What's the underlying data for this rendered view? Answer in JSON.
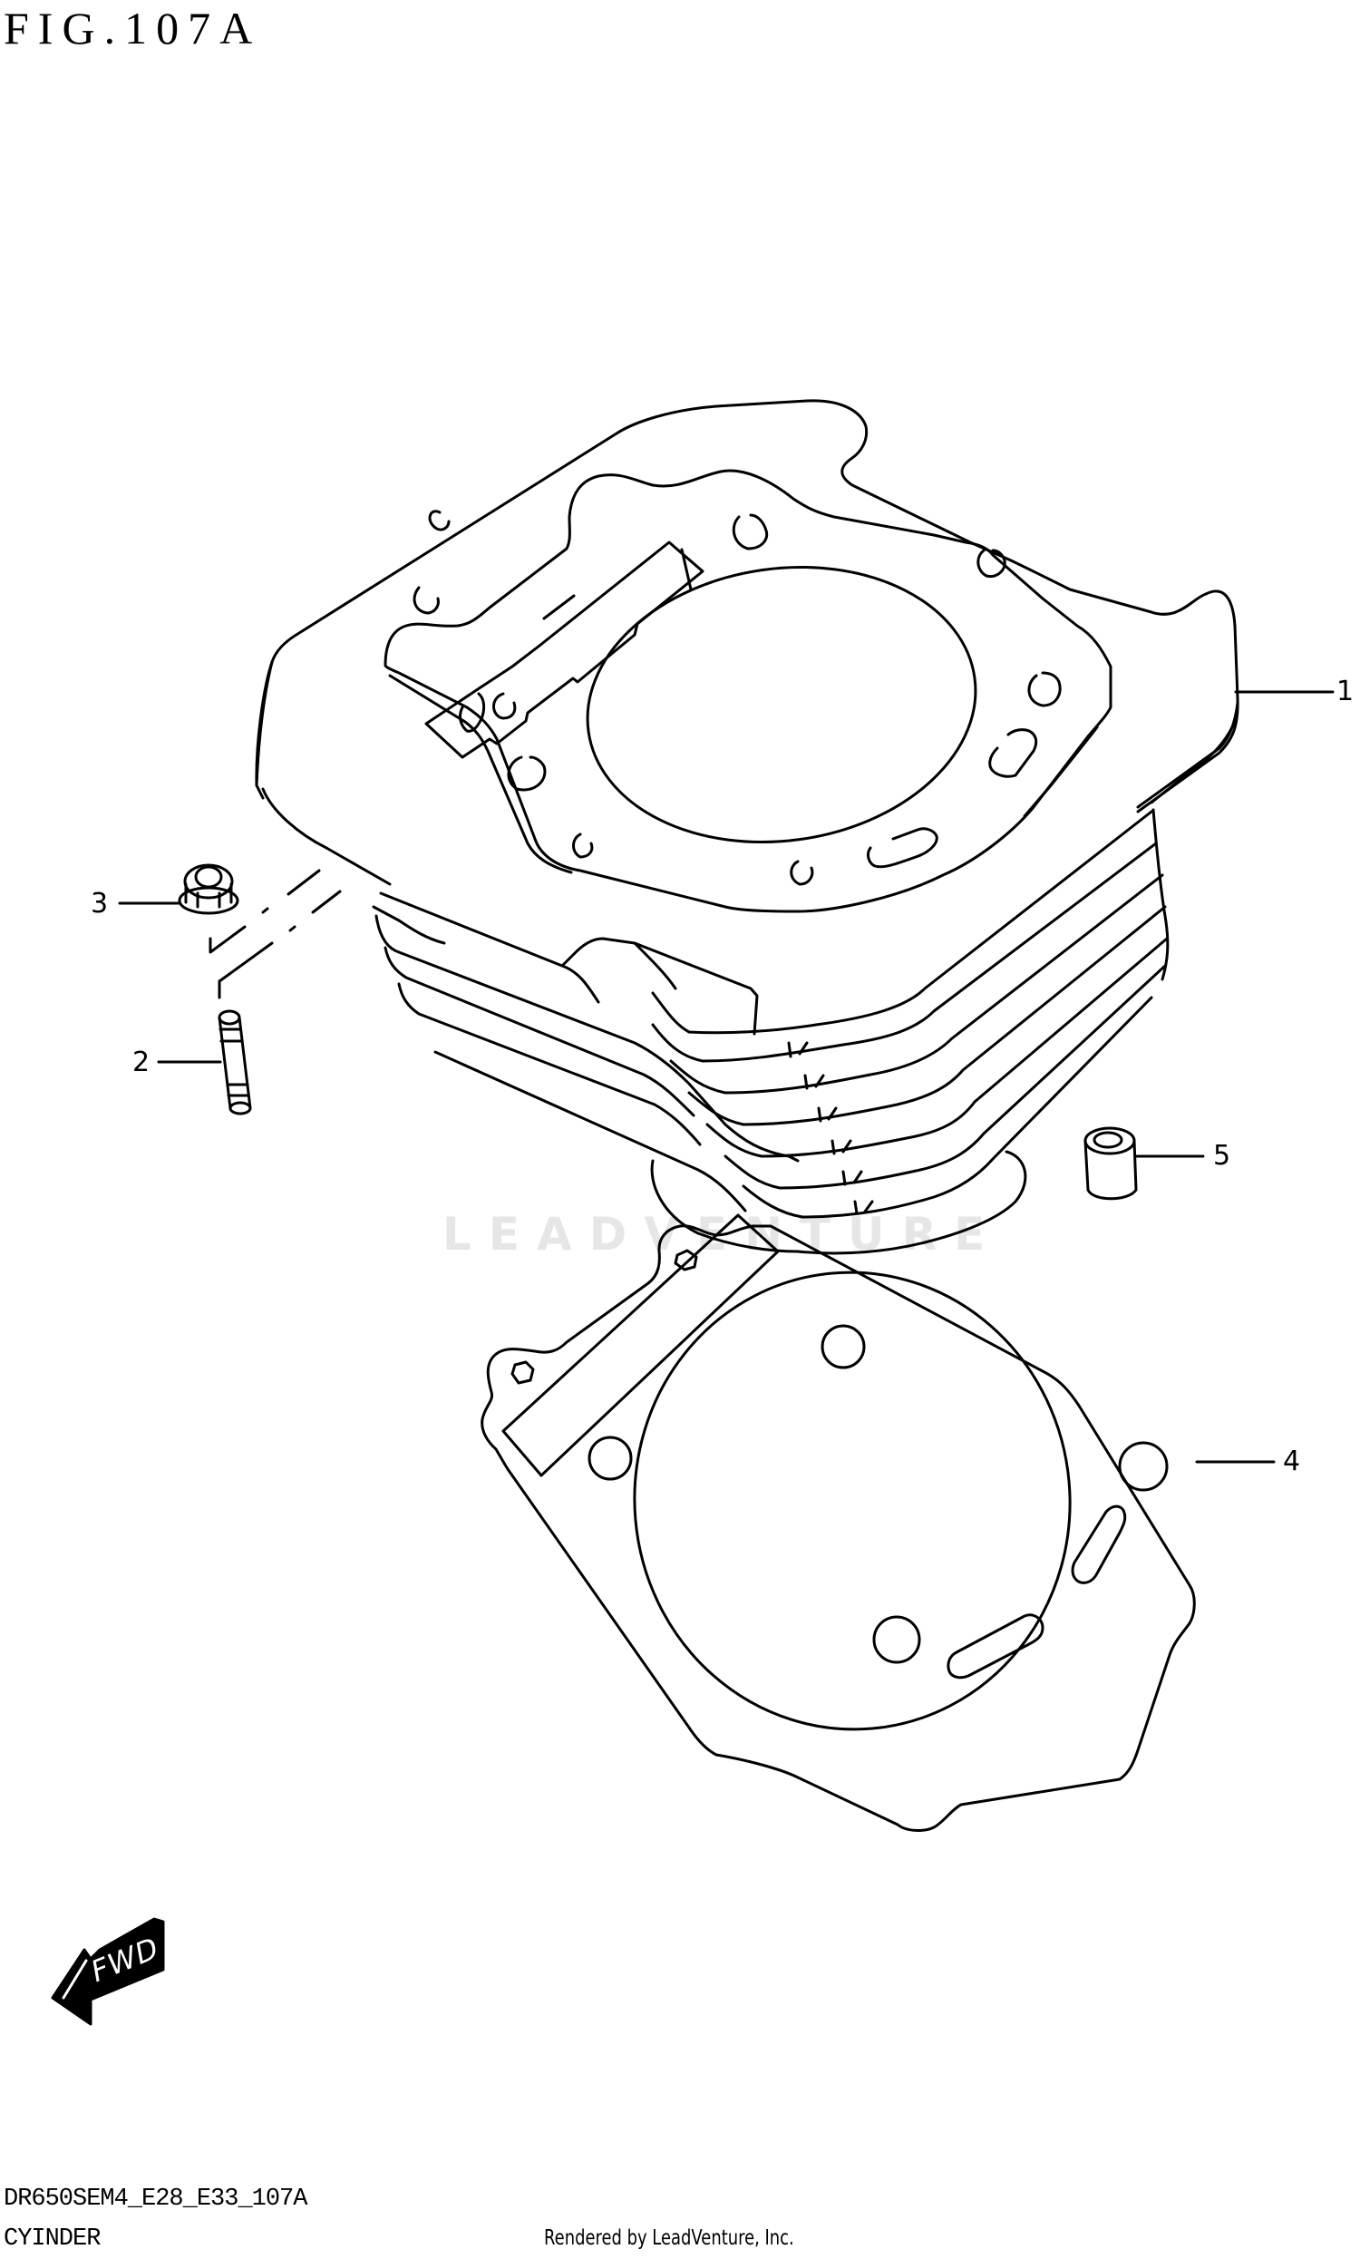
{
  "figure": {
    "title": "FIG.107A",
    "code": "DR650SEM4_E28_E33_107A",
    "section_name": "CYINDER",
    "credit": "Rendered by LeadVenture, Inc.",
    "watermark": "LEADVENTURE",
    "orientation_badge": "FWD"
  },
  "callouts": [
    {
      "number": "1",
      "part": "cylinder"
    },
    {
      "number": "2",
      "part": "stud"
    },
    {
      "number": "3",
      "part": "nut"
    },
    {
      "number": "4",
      "part": "cylinder-base-gasket"
    },
    {
      "number": "5",
      "part": "dowel-pin"
    }
  ],
  "colors": {
    "line": "#000000",
    "background": "#ffffff",
    "watermark": "#e6e6e6"
  }
}
